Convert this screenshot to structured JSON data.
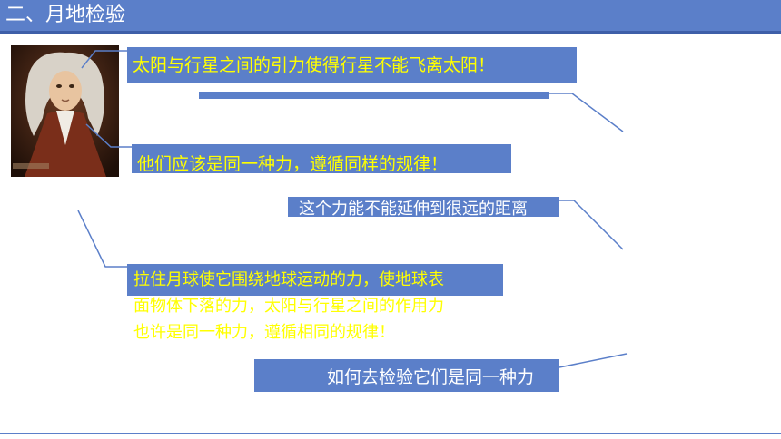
{
  "title": "二、月地检验",
  "portrait": {
    "caption": "Newton portrait"
  },
  "colors": {
    "accent": "#5b7fc9",
    "yellow_text": "#ffff00",
    "white_text": "#ffffff"
  },
  "statements": {
    "s1": "太阳与行星之间的引力使得行星不能飞离太阳！",
    "s3": "他们应该是同一种力，遵循同样的规律！",
    "s4": "这个力能不能延伸到很远的距离",
    "s5": [
      "拉住月球使它围绕地球运动的力，使地球表",
      "面物体下落的力，太阳与行星之间的作用力",
      "也许是同一种力，遵循相同的规律！"
    ],
    "s6": "如何去检验它们是同一种力"
  }
}
